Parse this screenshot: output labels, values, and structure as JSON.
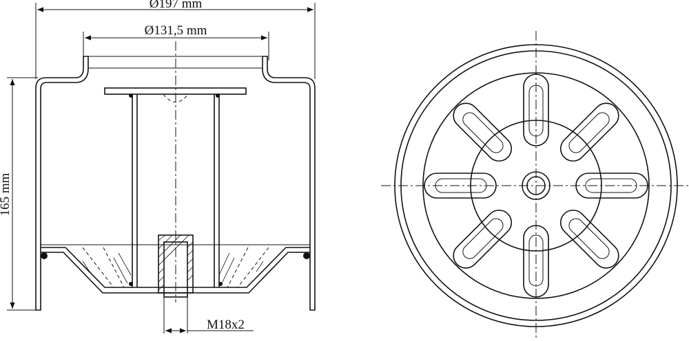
{
  "drawing": {
    "dimensions": {
      "outer_diameter": "Ø197 mm",
      "inner_diameter": "Ø131,5 mm",
      "height": "165 mm",
      "thread": "M18x2"
    },
    "views": [
      "side-section",
      "top"
    ]
  }
}
